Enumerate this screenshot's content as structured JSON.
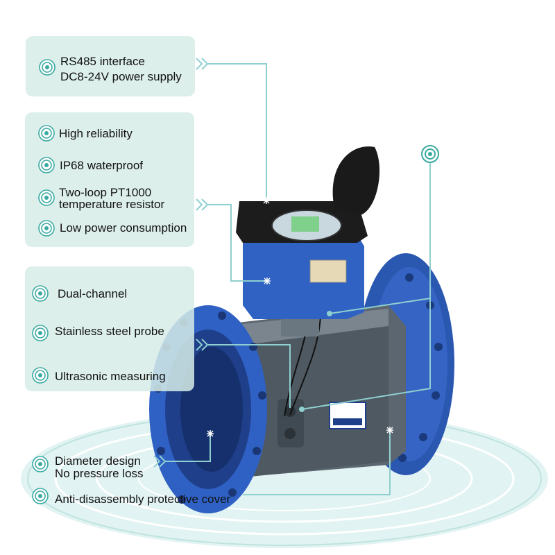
{
  "colors": {
    "panel": "#d6ece8",
    "line": "#8fcfcf",
    "meter_blue": "#2f63c0",
    "meter_dark_blue": "#1f3f8a",
    "body_gray": "#5e6a73",
    "display_green": "#7ed08a",
    "accent": "#3aa9a2"
  },
  "icons": {
    "feature_bullet": "target-ring-icon",
    "arrow": "chevron-arrow-icon",
    "connector_end": "asterisk-icon"
  },
  "features": {
    "interface": [
      "RS485 interface",
      "DC8-24V power supply"
    ],
    "reliability": "High reliability",
    "waterproof": "IP68 waterproof",
    "pt1000": [
      "Two-loop PT1000",
      "temperature resistor"
    ],
    "low_power": "Low power consumption",
    "dual_channel": "Dual-channel",
    "probe": "Stainless steel probe",
    "ultrasonic": "Ultrasonic measuring",
    "diameter": [
      "Diameter design",
      "No pressure loss"
    ],
    "anti_disassembly": "Anti-disassembly protective cover"
  }
}
